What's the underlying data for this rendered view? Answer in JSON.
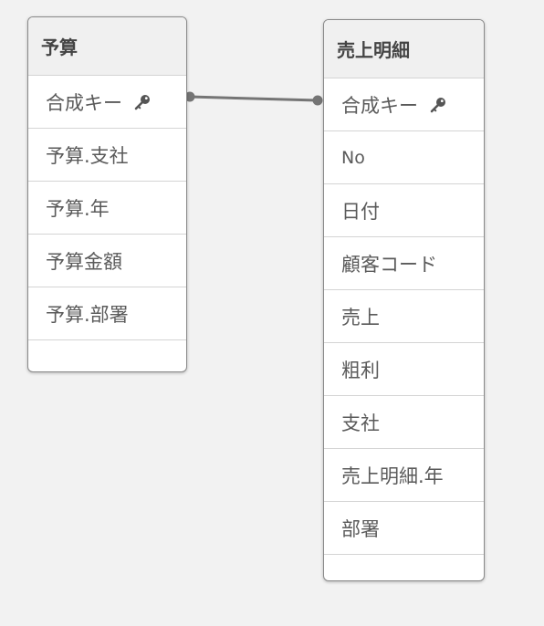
{
  "tables": [
    {
      "id": "budget",
      "title": "予算",
      "fields": [
        {
          "label": "合成キー",
          "key": true
        },
        {
          "label": "予算.支社",
          "key": false
        },
        {
          "label": "予算.年",
          "key": false
        },
        {
          "label": "予算金額",
          "key": false
        },
        {
          "label": "予算.部署",
          "key": false
        }
      ]
    },
    {
      "id": "sales",
      "title": "売上明細",
      "fields": [
        {
          "label": "合成キー",
          "key": true
        },
        {
          "label": "No",
          "key": false
        },
        {
          "label": "日付",
          "key": false
        },
        {
          "label": "顧客コード",
          "key": false
        },
        {
          "label": "売上",
          "key": false
        },
        {
          "label": "粗利",
          "key": false
        },
        {
          "label": "支社",
          "key": false
        },
        {
          "label": "売上明細.年",
          "key": false
        },
        {
          "label": "部署",
          "key": false
        }
      ]
    }
  ],
  "link": {
    "from_table": "予算",
    "from_field": "合成キー",
    "to_table": "売上明細",
    "to_field": "合成キー",
    "color": "#757575"
  },
  "icons": {
    "key": "key-icon"
  },
  "colors": {
    "background": "#f2f2f2",
    "card": "#ffffff",
    "header": "#f0f0f0",
    "text": "#5a5a5a",
    "border": "#8a8a8a",
    "key_icon": "#555555"
  }
}
